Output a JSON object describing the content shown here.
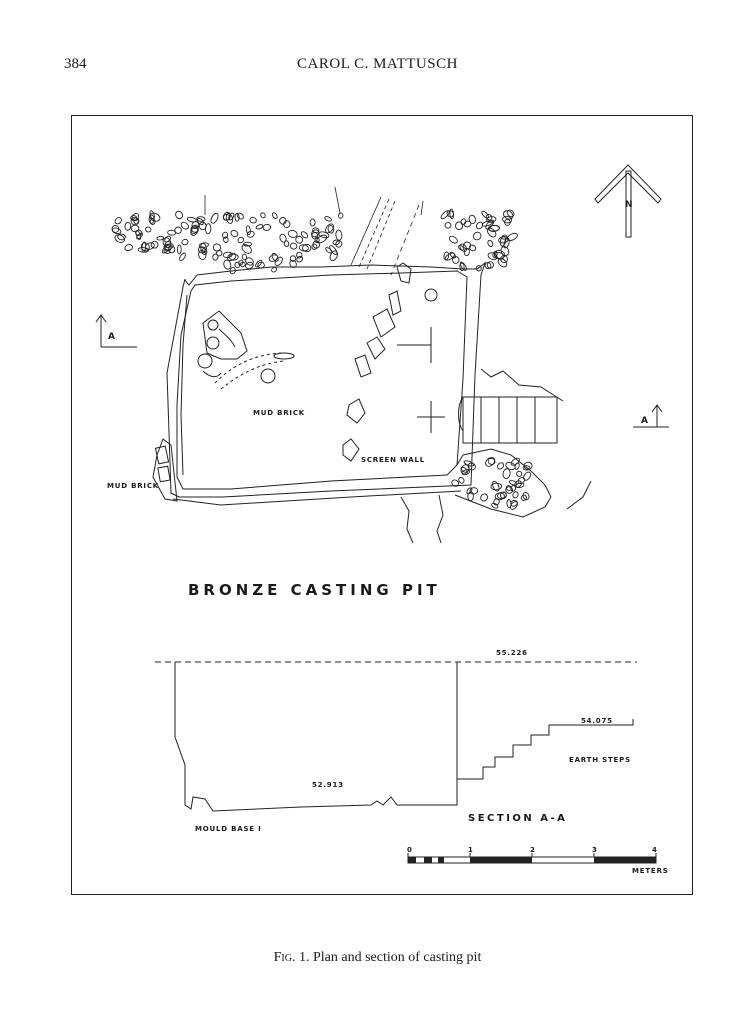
{
  "header": {
    "page_number": "384",
    "author": "CAROL C. MATTUSCH"
  },
  "figure": {
    "title": "BRONZE CASTING PIT",
    "north_arrow_label": "N",
    "plan_labels": {
      "section_marker_left": "A",
      "section_marker_right": "A",
      "mud_brick_center": "MUD BRICK",
      "mud_brick_left": "MUD BRICK",
      "screen_wall": "SCREEN WALL"
    },
    "section": {
      "title": "SECTION A-A",
      "elevation_top": "55.226",
      "elevation_steps": "54.075",
      "elevation_floor": "52.913",
      "earth_steps": "EARTH STEPS",
      "mould_base": "MOULD BASE I"
    },
    "scale_bar": {
      "ticks": [
        "0",
        "1",
        "2",
        "3",
        "4"
      ],
      "unit": "METERS"
    }
  },
  "caption": {
    "prefix": "Fig.",
    "text": " 1. Plan and section of casting pit"
  }
}
